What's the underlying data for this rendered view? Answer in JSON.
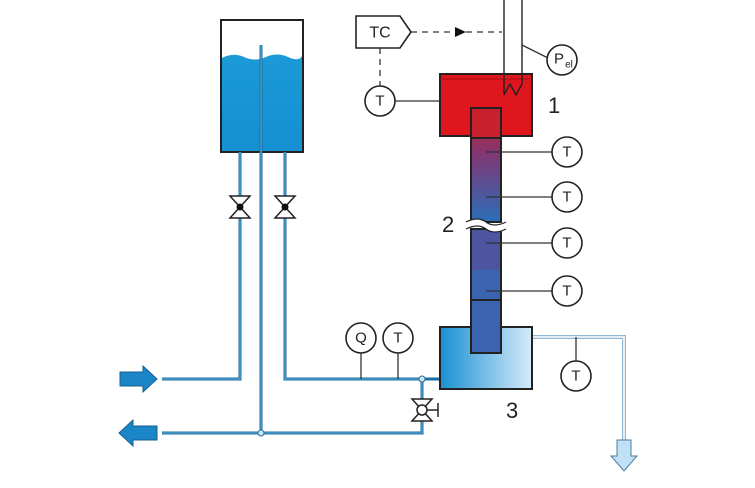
{
  "labels": {
    "controller": "TC",
    "power": "P",
    "power_sub": "el",
    "flow": "Q",
    "temp": "T",
    "item1": "1",
    "item2": "2",
    "item3": "3"
  },
  "colors": {
    "pipe": "#1e6e9e",
    "water": "#1a9ad6",
    "hot": "#e0161e",
    "cold": "#2a8fd0",
    "arrow_out": "#1a86c8",
    "arrow_drain": "#bfe0f5"
  }
}
